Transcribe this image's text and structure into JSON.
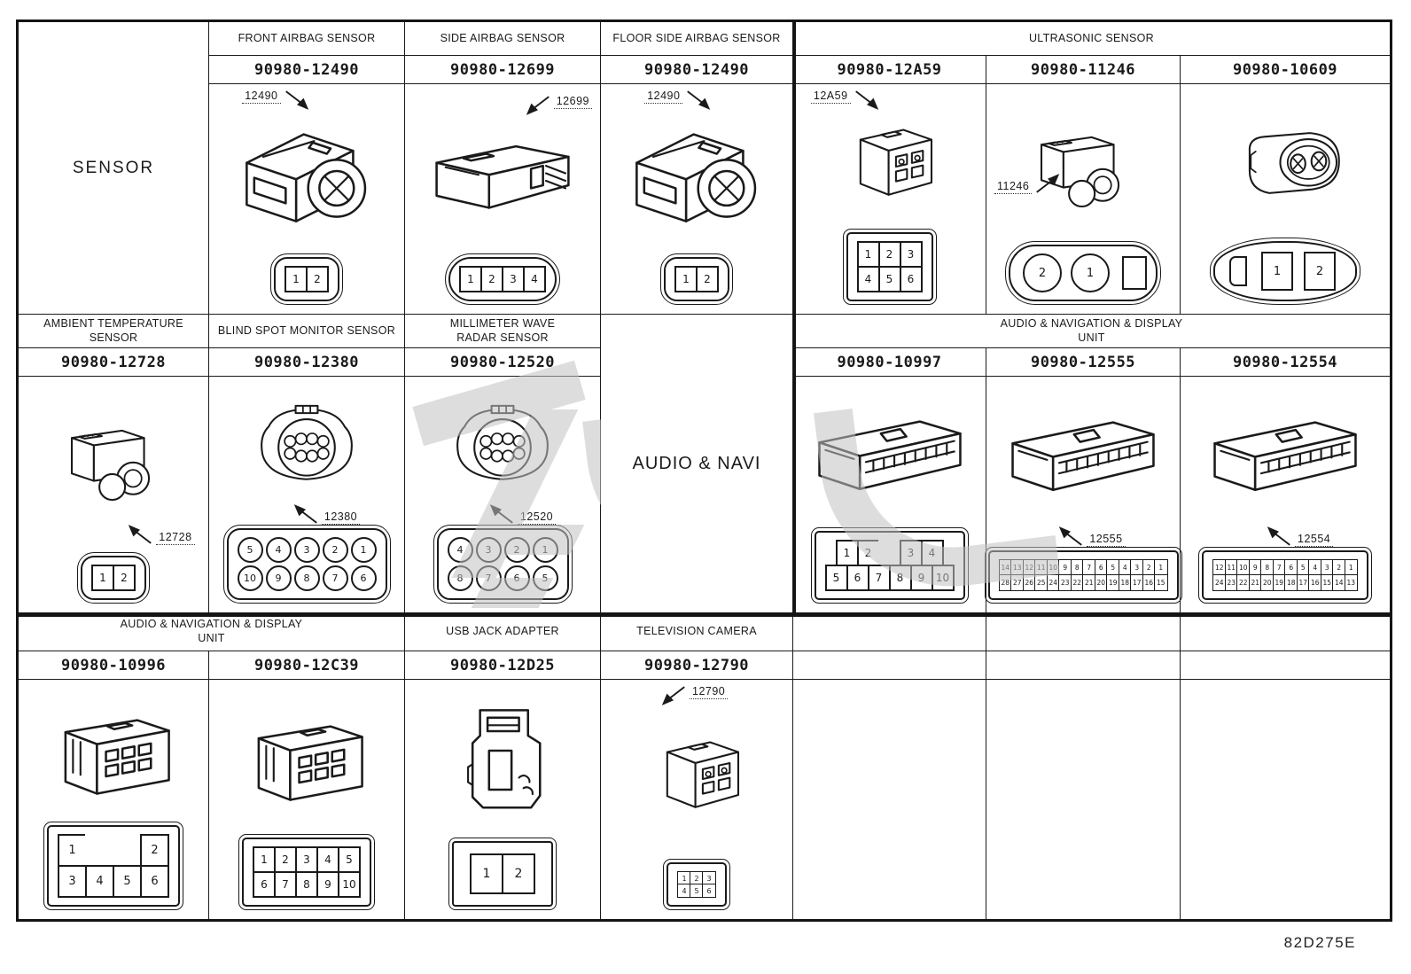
{
  "sheet": {
    "code": "82D275E"
  },
  "row1": {
    "row_label": "SENSOR",
    "cells": {
      "front_airbag": {
        "header": "FRONT AIRBAG SENSOR",
        "part_number": "90980-12490",
        "callout": "12490",
        "pins": {
          "shape": "round",
          "cell": "box",
          "rows": [
            [
              "1",
              "2"
            ]
          ]
        }
      },
      "side_airbag": {
        "header": "SIDE AIRBAG SENSOR",
        "part_number": "90980-12699",
        "callout": "12699",
        "pins": {
          "shape": "capsule",
          "cell": "box",
          "rows": [
            [
              "1",
              "2",
              "3",
              "4"
            ]
          ]
        }
      },
      "floor_side_airbag": {
        "header": "FLOOR SIDE AIRBAG SENSOR",
        "part_number": "90980-12490",
        "callout": "12490",
        "pins": {
          "shape": "round",
          "cell": "box",
          "rows": [
            [
              "1",
              "2"
            ]
          ]
        }
      },
      "ultrasonic": {
        "header": "ULTRASONIC SENSOR",
        "variants": [
          {
            "part_number": "90980-12A59",
            "callout": "12A59",
            "pins": {
              "shape": "rect",
              "cell": "box",
              "rows": [
                [
                  "1",
                  "2",
                  "3"
                ],
                [
                  "4",
                  "5",
                  "6"
                ]
              ]
            }
          },
          {
            "part_number": "90980-11246",
            "callout": "11246",
            "pins": {
              "shape": "capsule",
              "cell": "bigcircle",
              "rows": [
                [
                  "2",
                  "1"
                ]
              ],
              "tailbox": true
            }
          },
          {
            "part_number": "90980-10609",
            "pins": {
              "shape": "oval",
              "cell": "bigbox",
              "rows": [
                [
                  "1",
                  "2"
                ]
              ],
              "ear": true
            }
          }
        ]
      }
    }
  },
  "row2": {
    "cells": {
      "ambient_temp": {
        "header": "AMBIENT TEMPERATURE\nSENSOR",
        "part_number": "90980-12728",
        "callout": "12728",
        "pins": {
          "shape": "round",
          "cell": "box",
          "rows": [
            [
              "1",
              "2"
            ]
          ]
        }
      },
      "blind_spot": {
        "header": "BLIND SPOT MONITOR SENSOR",
        "part_number": "90980-12380",
        "callout": "12380",
        "pins": {
          "shape": "round",
          "cell": "circle",
          "rows": [
            [
              "5",
              "4",
              "3",
              "2",
              "1"
            ],
            [
              "10",
              "9",
              "8",
              "7",
              "6"
            ]
          ]
        }
      },
      "mm_radar": {
        "header": "MILLIMETER WAVE\nRADAR SENSOR",
        "part_number": "90980-12520",
        "callout": "12520",
        "pins": {
          "shape": "round",
          "cell": "circle",
          "rows": [
            [
              "4",
              "3",
              "2",
              "1"
            ],
            [
              "8",
              "7",
              "6",
              "5"
            ]
          ]
        }
      },
      "audio_navi_label": "AUDIO & NAVI",
      "audio_nav": {
        "header": "AUDIO & NAVIGATION & DISPLAY\nUNIT",
        "variants": [
          {
            "part_number": "90980-10997",
            "pins": {
              "shape": "rect",
              "cell": "box",
              "rows": [
                [
                  "1",
                  "2",
                  "",
                  "3",
                  "4"
                ],
                [
                  "5",
                  "6",
                  "7",
                  "8",
                  "9",
                  "10"
                ]
              ]
            }
          },
          {
            "part_number": "90980-12555",
            "callout": "12555",
            "pins": {
              "shape": "rect",
              "cell": "tiny",
              "rows": [
                [
                  "14",
                  "13",
                  "12",
                  "11",
                  "10",
                  "9",
                  "8",
                  "7",
                  "6",
                  "5",
                  "4",
                  "3",
                  "2",
                  "1"
                ],
                [
                  "28",
                  "27",
                  "26",
                  "25",
                  "24",
                  "23",
                  "22",
                  "21",
                  "20",
                  "19",
                  "18",
                  "17",
                  "16",
                  "15"
                ]
              ]
            }
          },
          {
            "part_number": "90980-12554",
            "callout": "12554",
            "pins": {
              "shape": "rect",
              "cell": "tiny",
              "rows": [
                [
                  "12",
                  "11",
                  "10",
                  "9",
                  "8",
                  "7",
                  "6",
                  "5",
                  "4",
                  "3",
                  "2",
                  "1"
                ],
                [
                  "24",
                  "23",
                  "22",
                  "21",
                  "20",
                  "19",
                  "18",
                  "17",
                  "16",
                  "15",
                  "14",
                  "13"
                ]
              ]
            }
          }
        ]
      }
    }
  },
  "row3": {
    "cells": {
      "audio_nav2": {
        "header": "AUDIO & NAVIGATION & DISPLAY\nUNIT",
        "variants": [
          {
            "part_number": "90980-10996",
            "pins": {
              "shape": "rect",
              "cell": "boxlg",
              "rows": [
                [
                  "1",
                  "",
                  "",
                  "2"
                ],
                [
                  "3",
                  "4",
                  "5",
                  "6"
                ]
              ]
            }
          },
          {
            "part_number": "90980-12C39",
            "pins": {
              "shape": "rect",
              "cell": "box",
              "rows": [
                [
                  "1",
                  "2",
                  "3",
                  "4",
                  "5"
                ],
                [
                  "6",
                  "7",
                  "8",
                  "9",
                  "10"
                ]
              ]
            }
          }
        ]
      },
      "usb_jack": {
        "header": "USB JACK ADAPTER",
        "part_number": "90980-12D25",
        "pins": {
          "shape": "square",
          "cell": "bigbox2",
          "rows": [
            [
              "1",
              "2"
            ]
          ]
        }
      },
      "tv_camera": {
        "header": "TELEVISION CAMERA",
        "part_number": "90980-12790",
        "callout": "12790",
        "pins": {
          "shape": "rect",
          "cell": "minibox",
          "rows": [
            [
              "1",
              "2",
              "3"
            ],
            [
              "4",
              "5",
              "6"
            ]
          ]
        }
      }
    }
  }
}
